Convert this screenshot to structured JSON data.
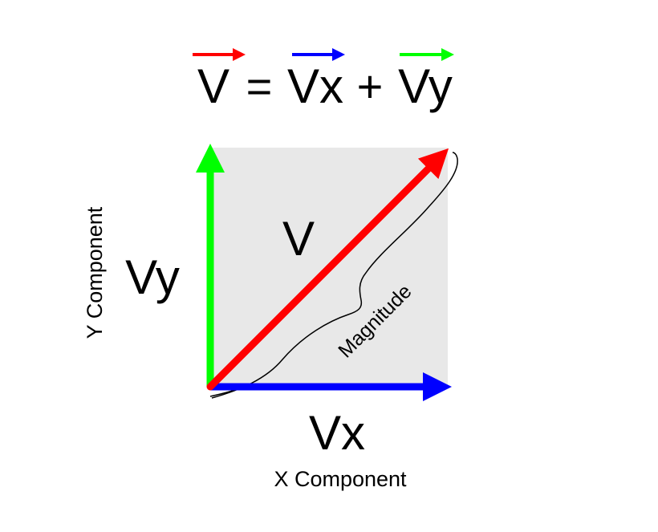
{
  "equation": {
    "lhs": "V",
    "equals": "=",
    "term1": "Vx",
    "plus": "+",
    "term2": "Vy"
  },
  "diagram": {
    "vector_label": "V",
    "x_component_symbol": "Vx",
    "y_component_symbol": "Vy",
    "x_axis_label": "X Component",
    "y_axis_label": "Y Component",
    "magnitude_label": "Magnitude"
  },
  "colors": {
    "vector": "#ff0000",
    "x_component": "#0000ff",
    "y_component": "#00ff00",
    "background_square": "#e8e8e8",
    "text": "#000000"
  }
}
